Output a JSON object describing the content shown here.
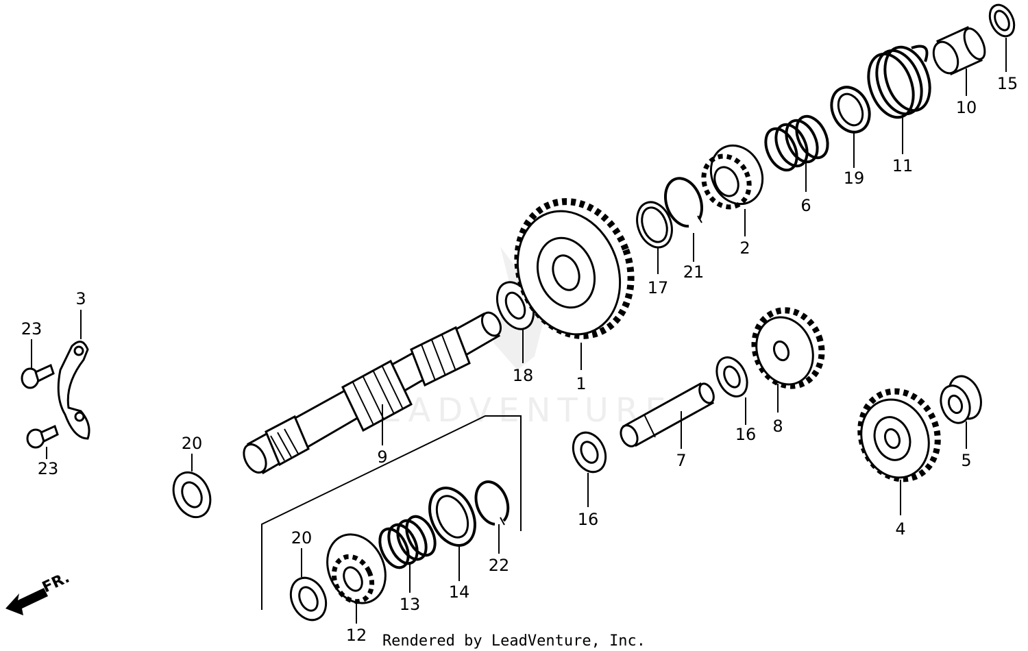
{
  "diagram": {
    "callouts": [
      {
        "id": "1",
        "text": "1"
      },
      {
        "id": "2",
        "text": "2"
      },
      {
        "id": "3",
        "text": "3"
      },
      {
        "id": "4",
        "text": "4"
      },
      {
        "id": "5",
        "text": "5"
      },
      {
        "id": "6",
        "text": "6"
      },
      {
        "id": "7",
        "text": "7"
      },
      {
        "id": "8",
        "text": "8"
      },
      {
        "id": "9",
        "text": "9"
      },
      {
        "id": "10",
        "text": "10"
      },
      {
        "id": "11",
        "text": "11"
      },
      {
        "id": "12",
        "text": "12"
      },
      {
        "id": "13",
        "text": "13"
      },
      {
        "id": "14",
        "text": "14"
      },
      {
        "id": "15",
        "text": "15"
      },
      {
        "id": "16a",
        "text": "16"
      },
      {
        "id": "16b",
        "text": "16"
      },
      {
        "id": "17",
        "text": "17"
      },
      {
        "id": "18",
        "text": "18"
      },
      {
        "id": "19",
        "text": "19"
      },
      {
        "id": "20a",
        "text": "20"
      },
      {
        "id": "20b",
        "text": "20"
      },
      {
        "id": "21",
        "text": "21"
      },
      {
        "id": "22",
        "text": "22"
      },
      {
        "id": "23a",
        "text": "23"
      },
      {
        "id": "23b",
        "text": "23"
      }
    ],
    "front_arrow_label": "FR.",
    "watermark": "LEADVENTURE",
    "footer": "Rendered by LeadVenture, Inc."
  },
  "colors": {
    "ink": "#000000",
    "background": "#ffffff",
    "watermark": "#eeeeee"
  }
}
